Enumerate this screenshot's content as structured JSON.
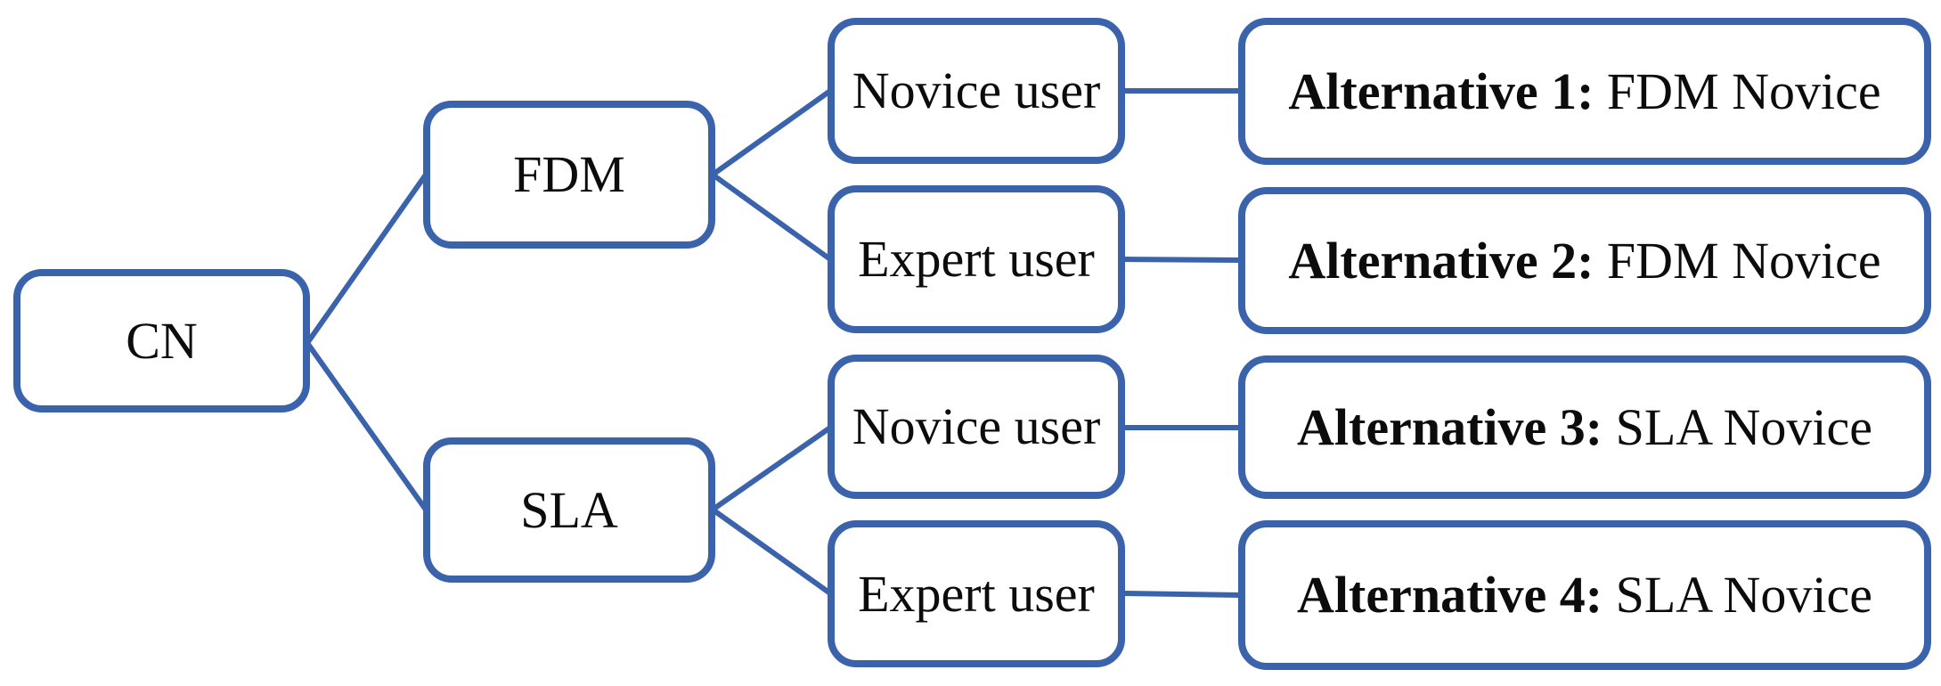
{
  "diagram": {
    "accent_color": "#3B63AC",
    "root": {
      "label": "CN"
    },
    "processes": [
      {
        "label": "FDM"
      },
      {
        "label": "SLA"
      }
    ],
    "users": [
      {
        "label": "Novice user"
      },
      {
        "label": "Expert user"
      },
      {
        "label": "Novice user"
      },
      {
        "label": "Expert user"
      }
    ],
    "alternatives": [
      {
        "prefix": "Alternative 1:",
        "text": "FDM Novice"
      },
      {
        "prefix": "Alternative 2:",
        "text": "FDM Novice"
      },
      {
        "prefix": "Alternative 3:",
        "text": "SLA Novice"
      },
      {
        "prefix": "Alternative 4:",
        "text": "SLA Novice"
      }
    ]
  }
}
